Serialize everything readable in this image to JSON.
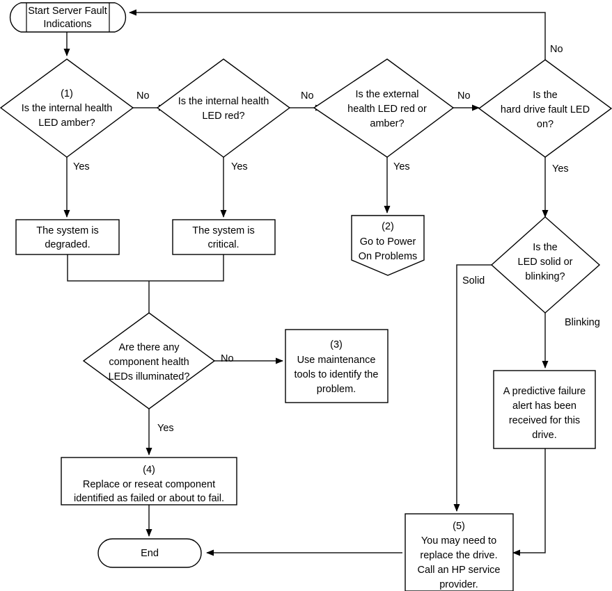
{
  "diagram": {
    "title": "Server fault indications troubleshooting flowchart",
    "colors": {
      "stroke": "#000000",
      "fill": "#ffffff",
      "background": "#ffffff"
    },
    "nodes": {
      "start": {
        "label_line1": "Start Server Fault",
        "label_line2": "Indications",
        "shape": "terminator"
      },
      "d1": {
        "tag": "(1)",
        "line1": "Is the internal health",
        "line2": "LED amber?",
        "shape": "decision"
      },
      "d2": {
        "line1": "Is the internal health",
        "line2": "LED red?",
        "shape": "decision"
      },
      "d3": {
        "line1": "Is the external",
        "line2": "health LED red or",
        "line3": "amber?",
        "shape": "decision"
      },
      "d4": {
        "line1": "Is the",
        "line2": "hard drive fault LED",
        "line3": "on?",
        "shape": "decision"
      },
      "p_degraded": {
        "line1": "The system is",
        "line2": "degraded.",
        "shape": "process"
      },
      "p_critical": {
        "line1": "The system is",
        "line2": "critical.",
        "shape": "process"
      },
      "p_power": {
        "tag": "(2)",
        "line1": "Go to Power",
        "line2": "On Problems",
        "shape": "pentagon-down"
      },
      "d5": {
        "line1": "Are there any",
        "line2": "component health",
        "line3": "LEDs illuminated?",
        "shape": "decision"
      },
      "p_maint": {
        "tag": "(3)",
        "line1": "Use maintenance",
        "line2": "tools to identify the",
        "line3": "problem.",
        "shape": "process"
      },
      "p_replace": {
        "tag": "(4)",
        "line1": "Replace or reseat component",
        "line2": "identified as failed or about to fail.",
        "shape": "process"
      },
      "d6": {
        "line1": "Is the",
        "line2": "LED solid or",
        "line3": "blinking?",
        "shape": "decision"
      },
      "p_predictive": {
        "line1": "A predictive failure",
        "line2": "alert has been",
        "line3": "received for this",
        "line4": "drive.",
        "shape": "process"
      },
      "p_service": {
        "tag": "(5)",
        "line1": "You may need to",
        "line2": "replace the drive.",
        "line3": "Call an HP service",
        "line4": "provider.",
        "shape": "process"
      },
      "end": {
        "label": "End",
        "shape": "terminator"
      }
    },
    "edge_labels": {
      "d1_no": "No",
      "d1_yes": "Yes",
      "d2_no": "No",
      "d2_yes": "Yes",
      "d3_no": "No",
      "d3_yes": "Yes",
      "d4_no": "No",
      "d4_yes": "Yes",
      "d5_no": "No",
      "d5_yes": "Yes",
      "d6_solid": "Solid",
      "d6_blinking": "Blinking"
    }
  }
}
